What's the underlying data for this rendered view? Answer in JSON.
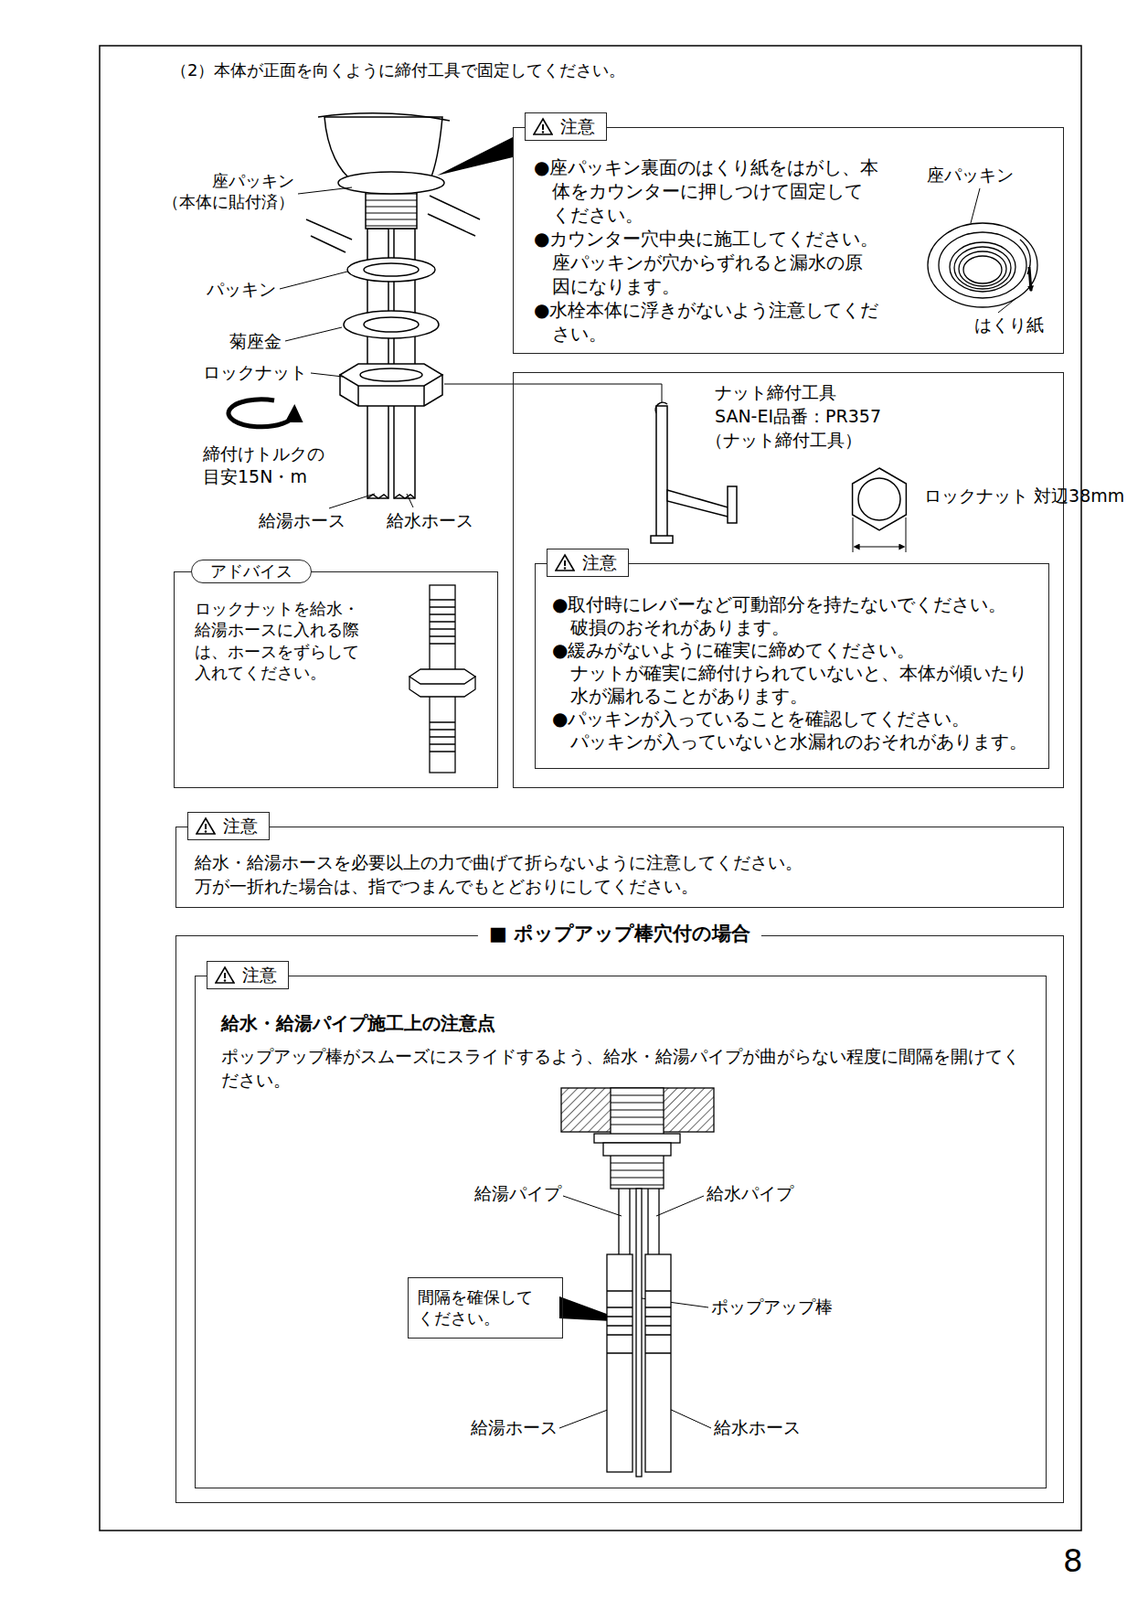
{
  "diagram": {
    "title": "（2）本体が正面を向くように締付工具で固定してください。",
    "nodes": [
      {
        "text": [
          "注意",
          "●座パッキン裏面のはくり紙をはがし、本体をカウンターに押しつけて固定してください。",
          "●カウンター穴中央に施工してください。",
          "座パッキンが穴からずれると漏水の原因になります。",
          "●水栓本体に浮きがないよう注意してください。"
        ]
      },
      {
        "text": [
          "ナット締付工具",
          "SAN-EI品番：PR357",
          "（ナット締付工具）",
          "ロックナット 対辺38mm"
        ]
      },
      {
        "text": [
          "注意",
          "●取付時にレバーなど可動部分を持たないでください。",
          "破損のおそれがあります。",
          "●緩みがないように確実に締めてください。",
          "ナットが確実に締付けられていないと、本体が傾いたり水が漏れることがあります。",
          "●パッキンが入っていることを確認してください。",
          "パッキンが入っていないと水漏れのおそれがあります。"
        ],
        "in": 1
      },
      {
        "text": [
          "アドバイス",
          "ロックナットを給水・給湯ホースに入れる際は、ホースをずらして入れてください。"
        ]
      },
      {
        "text": [
          "注意",
          "給水・給湯ホースを必要以上の力で曲げて折らないように注意してください。",
          "万が一折れた場合は、指でつまんでもとどおりにしてください。"
        ]
      },
      {
        "text": [
          "■ ポップアップ棒穴付の場合"
        ]
      },
      {
        "text": [
          "注意",
          "給水・給湯パイプ施工上の注意点",
          "ポップアップ棒がスムーズにスライドするよう、給水・給湯パイプが曲がらない程度に間隔を開けてください。"
        ],
        "in": 5
      },
      {
        "text": [
          "間隔を確保してください。"
        ],
        "in": 6
      }
    ],
    "labels": [
      "座パッキン （本体に貼付済）",
      "パッキン",
      "菊座金",
      "ロックナット",
      "締付けトルクの 目安15N・m",
      "給湯ホース",
      "給水ホース",
      "座パッキン",
      "はくり紙",
      "給湯パイプ",
      "給水パイプ",
      "ポップアップ棒",
      "給湯ホース",
      "給水ホース",
      "8"
    ]
  }
}
